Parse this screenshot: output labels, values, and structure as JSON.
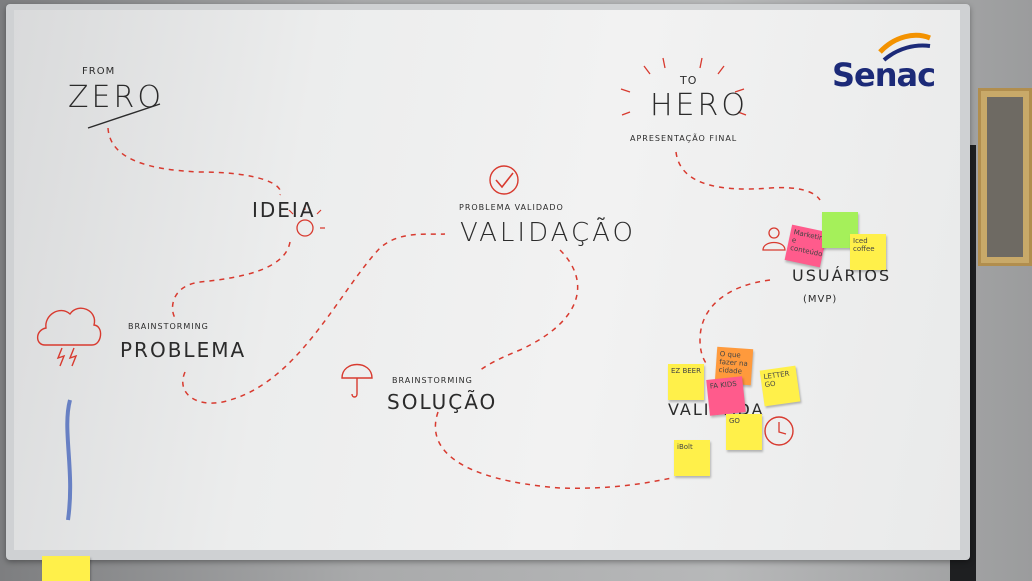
{
  "board": {
    "logo": "Senac",
    "from_label": "FROM",
    "from_title": "ZERO",
    "to_label": "TO",
    "to_title": "HERO",
    "to_sub": "APRESENTAÇÃO FINAL",
    "ideia": "IDEIA",
    "problema_top": "BRAINSTORMING",
    "problema": "PROBLEMA",
    "validacao_top": "PROBLEMA VALIDADO",
    "validacao": "VALIDAÇÃO",
    "solucao_top": "BRAINSTORMING",
    "solucao": "SOLUÇÃO",
    "usuarios": "USUÁRIOS",
    "mvp": "(MVP)",
    "validada": "VALIDADA"
  },
  "sticky_notes": [
    {
      "text": "Marketing e conteúdo",
      "color": "#ff5b8c"
    },
    {
      "text": "",
      "color": "#a5f05a"
    },
    {
      "text": "Iced coffee",
      "color": "#fff04a"
    },
    {
      "text": "EZ BEER",
      "color": "#fff04a"
    },
    {
      "text": "O que fazer na cidade",
      "color": "#ff9a3c"
    },
    {
      "text": "FA KIDS",
      "color": "#ff5b8c"
    },
    {
      "text": "LETTER GO",
      "color": "#fff04a"
    },
    {
      "text": "GO",
      "color": "#fff04a"
    },
    {
      "text": "iBolt",
      "color": "#fff04a"
    },
    {
      "text": "",
      "color": "#fff04a"
    }
  ],
  "colors": {
    "marker_red": "#d83a2f",
    "marker_black": "#2b2b2b",
    "brand_blue": "#1c2a78",
    "brand_orange": "#f39200"
  }
}
